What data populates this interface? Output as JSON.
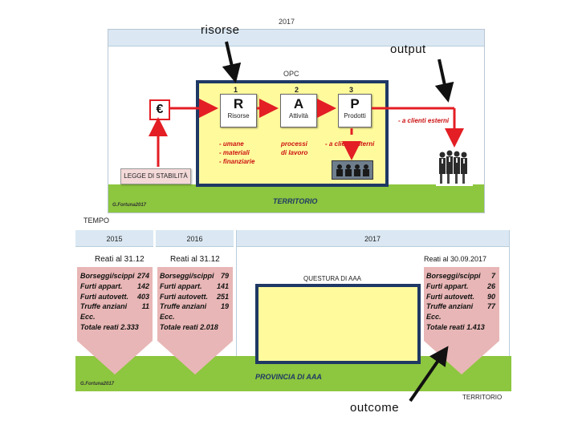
{
  "labels": {
    "risorse": "risorse",
    "output": "output",
    "outcome": "outcome"
  },
  "top": {
    "year": "2017",
    "opc": "OPC",
    "steps": [
      {
        "num": "1",
        "letter": "R",
        "label": "Risorse"
      },
      {
        "num": "2",
        "letter": "A",
        "label": "Attività"
      },
      {
        "num": "3",
        "letter": "P",
        "label": "Prodotti"
      }
    ],
    "euro": "€",
    "resources_list": [
      "- umane",
      "- materiali",
      "- finanziarie"
    ],
    "processes": [
      "processi",
      "di lavoro"
    ],
    "internal_clients": "- a clienti  interni",
    "external_clients": "- a clienti  esterni",
    "law": "LEGGE DI STABILITÀ",
    "territory": "TERRITORIO",
    "author": "G.Fortuna2017"
  },
  "bottom": {
    "tempo": "TEMPO",
    "columns": [
      {
        "year": "2015",
        "heading": "Reati al 31.12",
        "rows": [
          [
            "Borseggi/scippi",
            "274"
          ],
          [
            "Furti appart.",
            "142"
          ],
          [
            "Furti autovett.",
            "403"
          ],
          [
            "Truffe anziani",
            "11"
          ],
          [
            "Ecc.",
            ""
          ]
        ],
        "total": [
          "Totale reati",
          "2.333"
        ]
      },
      {
        "year": "2016",
        "heading": "Reati al 31.12",
        "rows": [
          [
            "Borseggi/scippi",
            "79"
          ],
          [
            "Furti appart.",
            "141"
          ],
          [
            "Furti autovett.",
            "251"
          ],
          [
            "Truffe anziani",
            "19"
          ],
          [
            "Ecc.",
            ""
          ]
        ],
        "total": [
          "Totale reati",
          "2.018"
        ]
      },
      {
        "year": "2017",
        "heading": "Reati al 30.09.2017",
        "rows": [
          [
            "Borseggi/scippi",
            "7"
          ],
          [
            "Furti appart.",
            "26"
          ],
          [
            "Furti autovett.",
            "90"
          ],
          [
            "Truffe anziani",
            "77"
          ],
          [
            "Ecc.",
            ""
          ]
        ],
        "total": [
          "Totale reati",
          "1.413"
        ]
      }
    ],
    "questura": "QUESTURA DI  AAA",
    "province": "PROVINCIA DI AAA",
    "territory": "TERRITORIO",
    "author": "G.Fortuna2017"
  },
  "colors": {
    "green": "#8dc63f",
    "yellow": "#fffb9d",
    "navy": "#1f3864",
    "red": "#e31e24",
    "pink": "#e8b6b6",
    "blue_band": "#dbe8f3"
  }
}
